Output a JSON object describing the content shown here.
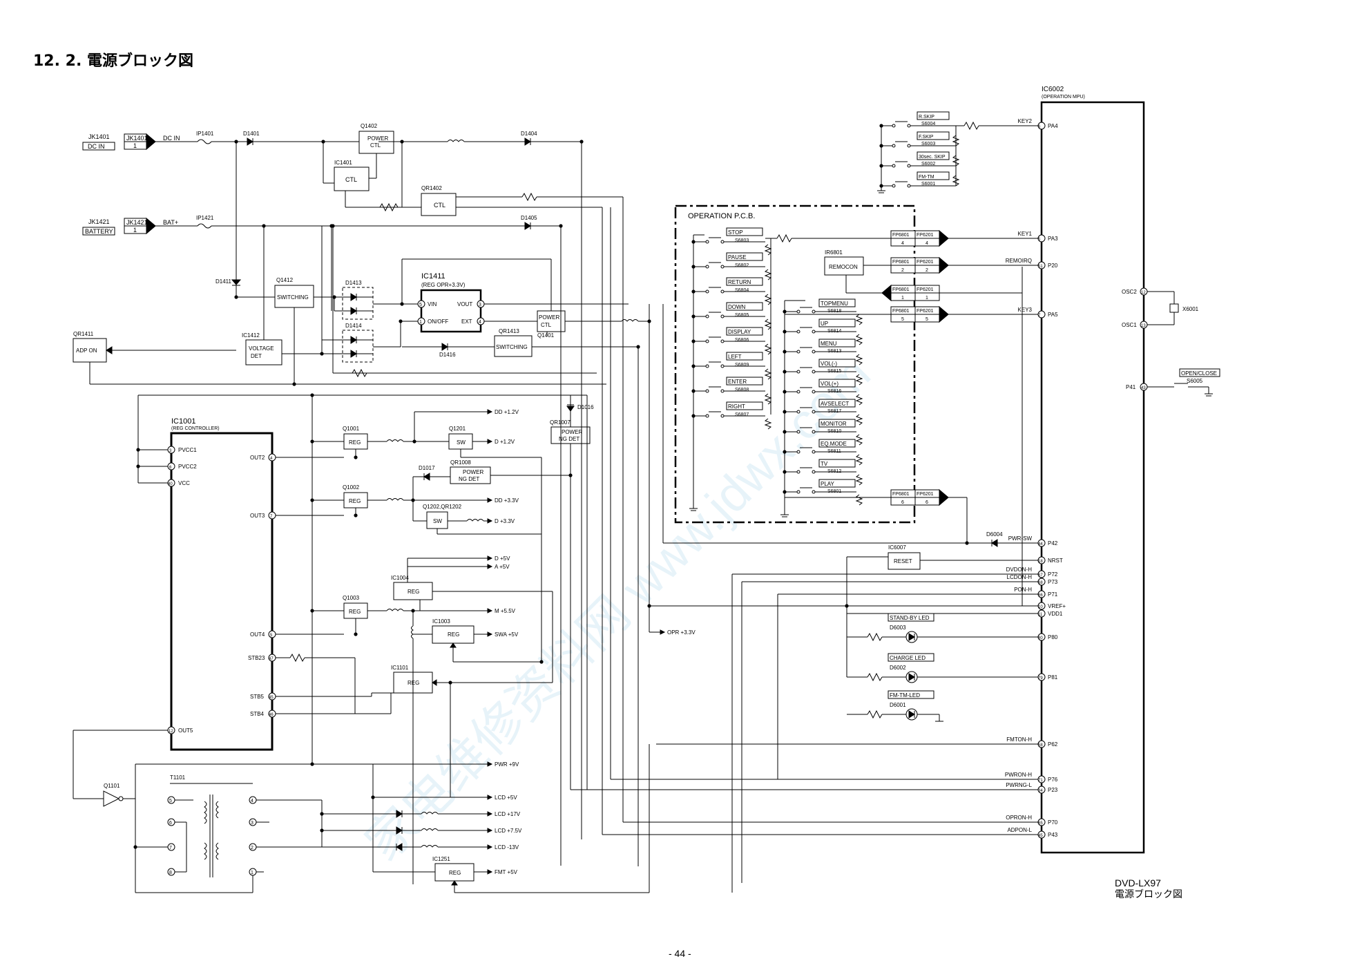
{
  "title": "12. 2.  電源ブロック図",
  "footer": {
    "model": "DVD-LX97",
    "subtitle": "電源ブロック図"
  },
  "page_number": "- 44 -",
  "watermark": "家电维修资料网 www.jdwx.com",
  "inputs": [
    {
      "id": "JK1401",
      "label": "DC IN",
      "pin": "1",
      "net": "DC IN"
    },
    {
      "id": "JK1421",
      "label": "BATTERY",
      "pin": "1",
      "net": "BAT+"
    }
  ],
  "fuses": [
    "IP1401",
    "IP1421"
  ],
  "diodes": [
    "D1401",
    "D1404",
    "D1405",
    "D1411",
    "D1413",
    "D1414",
    "D1416",
    "D1016",
    "D1017",
    "D6004"
  ],
  "blocks": {
    "q1402": {
      "ref": "Q1402",
      "text": [
        "POWER",
        "CTL"
      ]
    },
    "ic1401": {
      "ref": "IC1401",
      "text": "CTL"
    },
    "qr1402": {
      "ref": "QR1402",
      "text": "CTL"
    },
    "q1412": {
      "ref": "Q1412",
      "text": "SWITCHING"
    },
    "ic1412": {
      "ref": "IC1412",
      "text": [
        "VOLTAGE",
        "DET"
      ]
    },
    "qr1411": {
      "ref": "QR1411",
      "text": "ADP ON"
    },
    "ic1411": {
      "ref": "IC1411",
      "sub": "(REG OPR+3.3V)",
      "pins": [
        "VIN",
        "ON/OFF",
        "VOUT",
        "EXT"
      ],
      "pin_nums": [
        "5",
        "1",
        "3",
        "4"
      ]
    },
    "q1401": {
      "ref": "Q1401",
      "text": [
        "POWER",
        "CTL"
      ]
    },
    "qr1413": {
      "ref": "QR1413",
      "text": "SWITCHING"
    },
    "qr1007": {
      "ref": "QR1007",
      "text": [
        "POWER",
        "NG DET"
      ]
    },
    "qr1008": {
      "ref": "QR1008",
      "text": [
        "POWER",
        "NG DET"
      ]
    },
    "q1001": {
      "ref": "Q1001",
      "text": "REG"
    },
    "q1002": {
      "ref": "Q1002",
      "text": "REG"
    },
    "q1003": {
      "ref": "Q1003",
      "text": "REG"
    },
    "q1201": {
      "ref": "Q1201",
      "text": "SW"
    },
    "q1202": {
      "ref": "Q1202,QR1202",
      "text": "SW"
    },
    "ic1004": {
      "ref": "IC1004",
      "text": "REG"
    },
    "ic1003": {
      "ref": "IC1003",
      "text": "REG"
    },
    "ic1101": {
      "ref": "IC1101",
      "text": "REG"
    },
    "ic1251": {
      "ref": "IC1251",
      "text": "REG"
    },
    "ic6007": {
      "ref": "IC6007",
      "text": "RESET"
    },
    "ir6801": {
      "ref": "IR6801",
      "text": "REMOCON"
    },
    "q1101": {
      "ref": "Q1101"
    },
    "t1101": {
      "ref": "T1101",
      "pins_left": [
        "5",
        "6",
        "7",
        "8"
      ],
      "pins_right": [
        "4",
        "3",
        "2",
        "1"
      ]
    },
    "x6001": {
      "ref": "X6001"
    }
  },
  "ic1001": {
    "ref": "IC1001",
    "sub": "(REG CONTROLLER)",
    "left_pins": [
      {
        "num": "3",
        "name": "PVCC1"
      },
      {
        "num": "6",
        "name": "PVCC2"
      },
      {
        "num": "40",
        "name": "VCC"
      }
    ],
    "right_pins": [
      {
        "num": "4",
        "name": "OUT2"
      },
      {
        "num": "7",
        "name": "OUT3"
      },
      {
        "num": "5",
        "name": "OUT4"
      },
      {
        "num": "47",
        "name": "STB23"
      },
      {
        "num": "45",
        "name": "STB5"
      },
      {
        "num": "46",
        "name": "STB4"
      }
    ],
    "out5": {
      "num": "12",
      "name": "OUT5"
    }
  },
  "outputs": [
    "DD +1.2V",
    "D +1.2V",
    "DD +3.3V",
    "D +3.3V",
    "D +5V",
    "A +5V",
    "M +5.5V",
    "SWA +5V",
    "OPR +3.3V",
    "PWR +9V",
    "LCD +5V",
    "LCD +17V",
    "LCD +7.5V",
    "LCD -13V",
    "FMT +5V"
  ],
  "operation_pcb": {
    "label": "OPERATION P.C.B.",
    "left_switches": [
      {
        "name": "STOP",
        "ref": "S6803"
      },
      {
        "name": "PAUSE",
        "ref": "S6802"
      },
      {
        "name": "RETURN",
        "ref": "S6804"
      },
      {
        "name": "DOWN",
        "ref": "S6805"
      },
      {
        "name": "DISPLAY",
        "ref": "S6806"
      },
      {
        "name": "LEFT",
        "ref": "S6809"
      },
      {
        "name": "ENTER",
        "ref": "S6808"
      },
      {
        "name": "RIGHT",
        "ref": "S6807"
      }
    ],
    "right_switches": [
      {
        "name": "TOPMENU",
        "ref": "S6818"
      },
      {
        "name": "UP",
        "ref": "S6814"
      },
      {
        "name": "MENU",
        "ref": "S6813"
      },
      {
        "name": "VOL(-)",
        "ref": "S6815"
      },
      {
        "name": "VOL(+)",
        "ref": "S6816"
      },
      {
        "name": "AVSELECT",
        "ref": "S6817"
      },
      {
        "name": "MONITOR",
        "ref": "S6810"
      },
      {
        "name": "EQ.MODE",
        "ref": "S6811"
      },
      {
        "name": "TV",
        "ref": "S6812"
      },
      {
        "name": "PLAY",
        "ref": "S6801"
      }
    ],
    "connectors": [
      {
        "a": "FP6801",
        "b": "FP6201",
        "pin": "4"
      },
      {
        "a": "FP6801",
        "b": "FP6201",
        "pin": "2"
      },
      {
        "a": "FP6801",
        "b": "FP6201",
        "pin": "1"
      },
      {
        "a": "FP6801",
        "b": "FP6201",
        "pin": "5"
      },
      {
        "a": "FP6801",
        "b": "FP6201",
        "pin": "6"
      }
    ]
  },
  "top_switches": [
    {
      "name": "R.SKIP",
      "ref": "S6004"
    },
    {
      "name": "F.SKIP",
      "ref": "S6003"
    },
    {
      "name": "30sec. SKIP",
      "ref": "S6002"
    },
    {
      "name": "FM-TM",
      "ref": "S6001"
    }
  ],
  "leds": [
    {
      "name": "STAND-BY LED",
      "ref": "D6003"
    },
    {
      "name": "CHARGE LED",
      "ref": "D6002"
    },
    {
      "name": "FM-TM-LED",
      "ref": "D6001"
    }
  ],
  "open_close": {
    "name": "OPEN/CLOSE",
    "ref": "S6005"
  },
  "ic6002": {
    "ref": "IC6002",
    "sub": "(OPERATION MPU)",
    "pins": [
      {
        "num": "6",
        "name": "PA4",
        "net": "KEY2"
      },
      {
        "num": "5",
        "name": "PA3",
        "net": "KEY1"
      },
      {
        "num": "51",
        "name": "P20",
        "net": "REMOIRQ"
      },
      {
        "num": "7",
        "name": "PA5",
        "net": "KEY3"
      },
      {
        "num": "44",
        "name": "P42",
        "net": "PWR-SW"
      },
      {
        "num": "18",
        "name": "NRST",
        "net": ""
      },
      {
        "num": "67",
        "name": "P72",
        "net": "DVDON-H"
      },
      {
        "num": "68",
        "name": "P73",
        "net": "LCDON-H"
      },
      {
        "num": "66",
        "name": "P71",
        "net": "PON-H"
      },
      {
        "num": "10",
        "name": "VREF+",
        "net": ""
      },
      {
        "num": "11",
        "name": "VDD1",
        "net": ""
      },
      {
        "num": "80",
        "name": "P80",
        "net": ""
      },
      {
        "num": "79",
        "name": "P81",
        "net": ""
      },
      {
        "num": "58",
        "name": "P62",
        "net": "FMTON-H"
      },
      {
        "num": "71",
        "name": "P76",
        "net": "PWRON-H"
      },
      {
        "num": "34",
        "name": "P23",
        "net": "PWRNG-L"
      },
      {
        "num": "65",
        "name": "P70",
        "net": "OPRON-H"
      },
      {
        "num": "45",
        "name": "P43",
        "net": "ADPON-L"
      }
    ],
    "left_pins": [
      {
        "num": "12",
        "name": "OSC2"
      },
      {
        "num": "13",
        "name": "OSC1"
      },
      {
        "num": "43",
        "name": "P41"
      }
    ]
  }
}
